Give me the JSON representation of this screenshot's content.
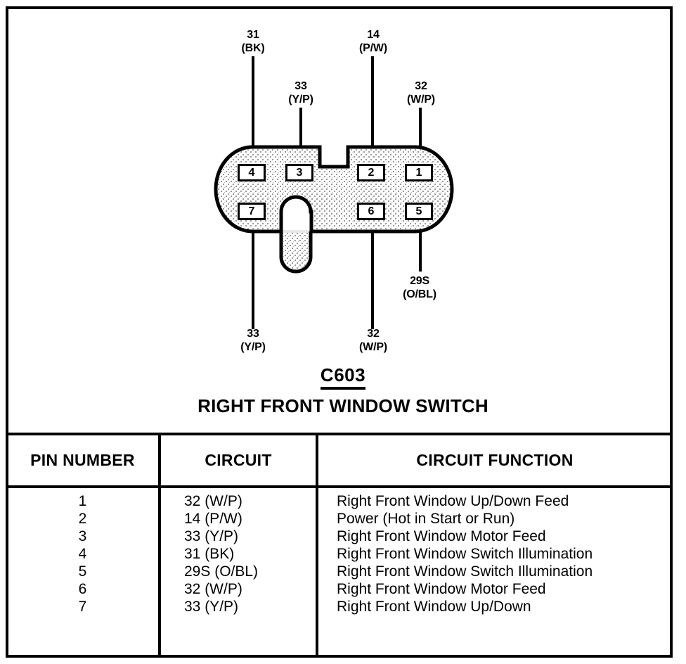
{
  "diagram": {
    "connector_id": "C603",
    "connector_title": "RIGHT FRONT WINDOW SWITCH",
    "body_fill": "#d8d8d8",
    "line_color": "#000000",
    "pins": [
      {
        "number": "4",
        "row": "top",
        "wire_number": "31",
        "wire_color": "(BK)"
      },
      {
        "number": "3",
        "row": "top",
        "wire_number": "33",
        "wire_color": "(Y/P)"
      },
      {
        "number": "2",
        "row": "top",
        "wire_number": "14",
        "wire_color": "(P/W)"
      },
      {
        "number": "1",
        "row": "top",
        "wire_number": "32",
        "wire_color": "(W/P)"
      },
      {
        "number": "7",
        "row": "bottom",
        "wire_number": "33",
        "wire_color": "(Y/P)"
      },
      {
        "number": "6",
        "row": "bottom",
        "wire_number": "32",
        "wire_color": "(W/P)"
      },
      {
        "number": "5",
        "row": "bottom",
        "wire_number": "29S",
        "wire_color": "(O/BL)"
      }
    ],
    "wire_labels": {
      "top_1_num": "31",
      "top_1_col": "(BK)",
      "top_2_num": "33",
      "top_2_col": "(Y/P)",
      "top_3_num": "14",
      "top_3_col": "(P/W)",
      "top_4_num": "32",
      "top_4_col": "(W/P)",
      "bot_1_num": "33",
      "bot_1_col": "(Y/P)",
      "bot_2_num": "32",
      "bot_2_col": "(W/P)",
      "bot_3_num": "29S",
      "bot_3_col": "(O/BL)"
    },
    "pin_labels": {
      "p4": "4",
      "p3": "3",
      "p2": "2",
      "p1": "1",
      "p7": "7",
      "p6": "6",
      "p5": "5"
    }
  },
  "table": {
    "headers": {
      "pin": "PIN NUMBER",
      "circuit": "CIRCUIT",
      "function": "CIRCUIT FUNCTION"
    },
    "rows": [
      {
        "pin": "1",
        "circuit": "32 (W/P)",
        "function": "Right Front Window Up/Down Feed"
      },
      {
        "pin": "2",
        "circuit": "14 (P/W)",
        "function": "Power (Hot in Start or Run)"
      },
      {
        "pin": "3",
        "circuit": "33 (Y/P)",
        "function": "Right Front Window Motor Feed"
      },
      {
        "pin": "4",
        "circuit": "31 (BK)",
        "function": "Right Front Window Switch Illumination"
      },
      {
        "pin": "5",
        "circuit": "29S (O/BL)",
        "function": "Right Front Window Switch Illumination"
      },
      {
        "pin": "6",
        "circuit": "32 (W/P)",
        "function": "Right Front Window Motor Feed"
      },
      {
        "pin": "7",
        "circuit": "33 (Y/P)",
        "function": "Right Front Window Up/Down"
      }
    ]
  }
}
